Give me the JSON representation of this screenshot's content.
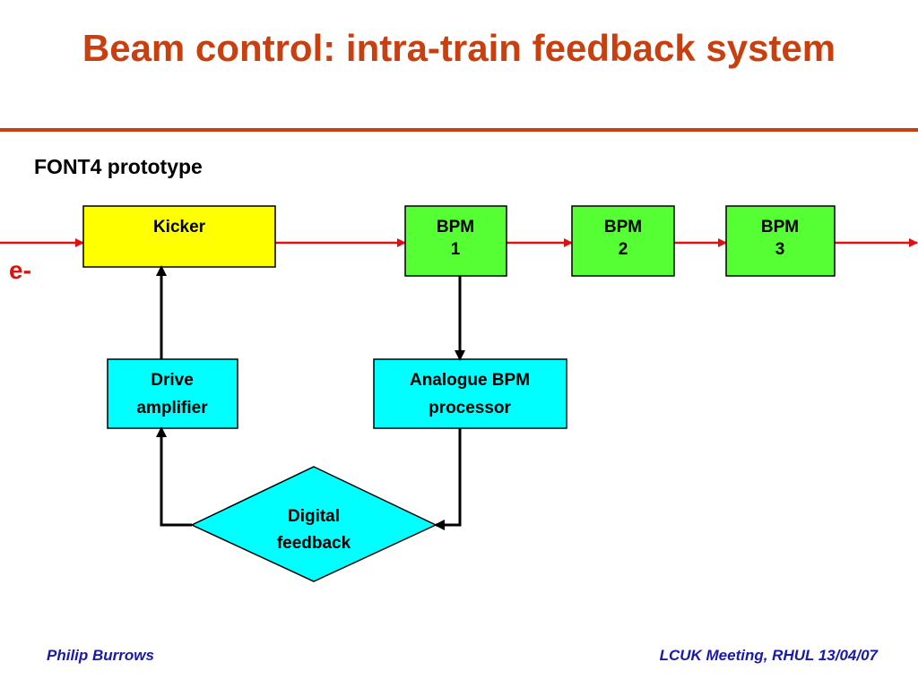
{
  "slide": {
    "title": "Beam control: intra-train feedback system",
    "subtitle": "FONT4 prototype"
  },
  "diagram": {
    "beam_label": "e-",
    "nodes": {
      "kicker": {
        "lines": [
          "Kicker"
        ],
        "fill": "#ffff00"
      },
      "bpm1": {
        "lines": [
          "BPM",
          "1"
        ],
        "fill": "#55ff33"
      },
      "bpm2": {
        "lines": [
          "BPM",
          "2"
        ],
        "fill": "#55ff33"
      },
      "bpm3": {
        "lines": [
          "BPM",
          "3"
        ],
        "fill": "#55ff33"
      },
      "drive": {
        "lines": [
          "Drive",
          "amplifier"
        ],
        "fill": "#00ffff"
      },
      "analogue": {
        "lines": [
          "Analogue BPM",
          "processor"
        ],
        "fill": "#00ffff"
      },
      "digital": {
        "lines": [
          "Digital",
          "feedback"
        ],
        "fill": "#00ffff"
      }
    },
    "colors": {
      "beam_line": "#e01010",
      "signal_line": "#000000",
      "title": "#c8400f",
      "footer": "#1a1aa8"
    }
  },
  "footer": {
    "left": "Philip Burrows",
    "right": "LCUK Meeting, RHUL 13/04/07"
  }
}
